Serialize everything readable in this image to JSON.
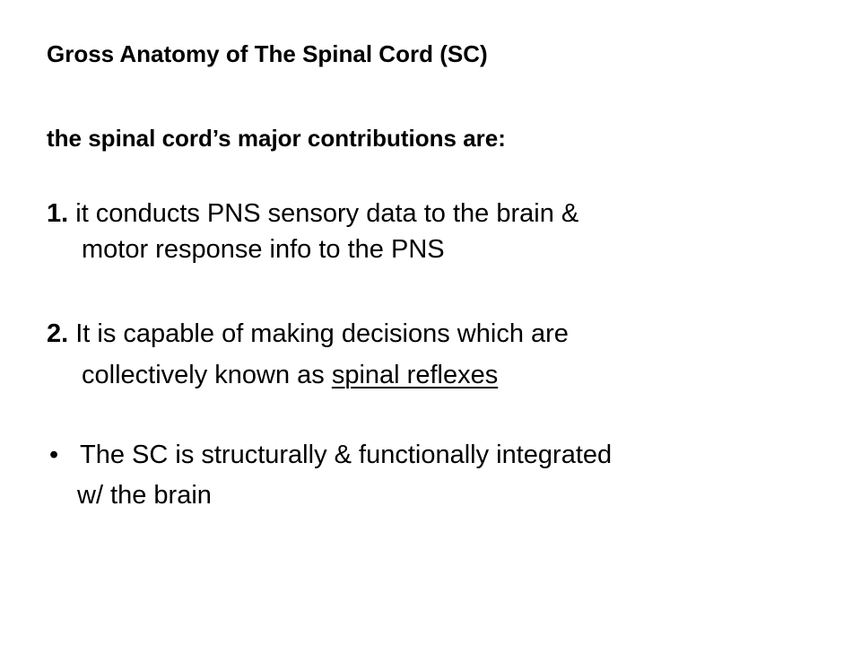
{
  "slide": {
    "title": "Gross Anatomy of The Spinal Cord (SC)",
    "subtitle": "the spinal cord’s major contributions are:",
    "points": [
      {
        "number": "1.",
        "line1": "it conducts PNS sensory data to the brain &",
        "line2": "motor response info to the PNS"
      },
      {
        "number": "2.",
        "line1": "It is capable of making decisions which are",
        "line2_prefix": "collectively known as ",
        "line2_underlined": "spinal reflexes"
      }
    ],
    "bullet": {
      "marker": "•",
      "line1": "The SC is structurally & functionally integrated",
      "line2": "w/ the brain"
    }
  }
}
